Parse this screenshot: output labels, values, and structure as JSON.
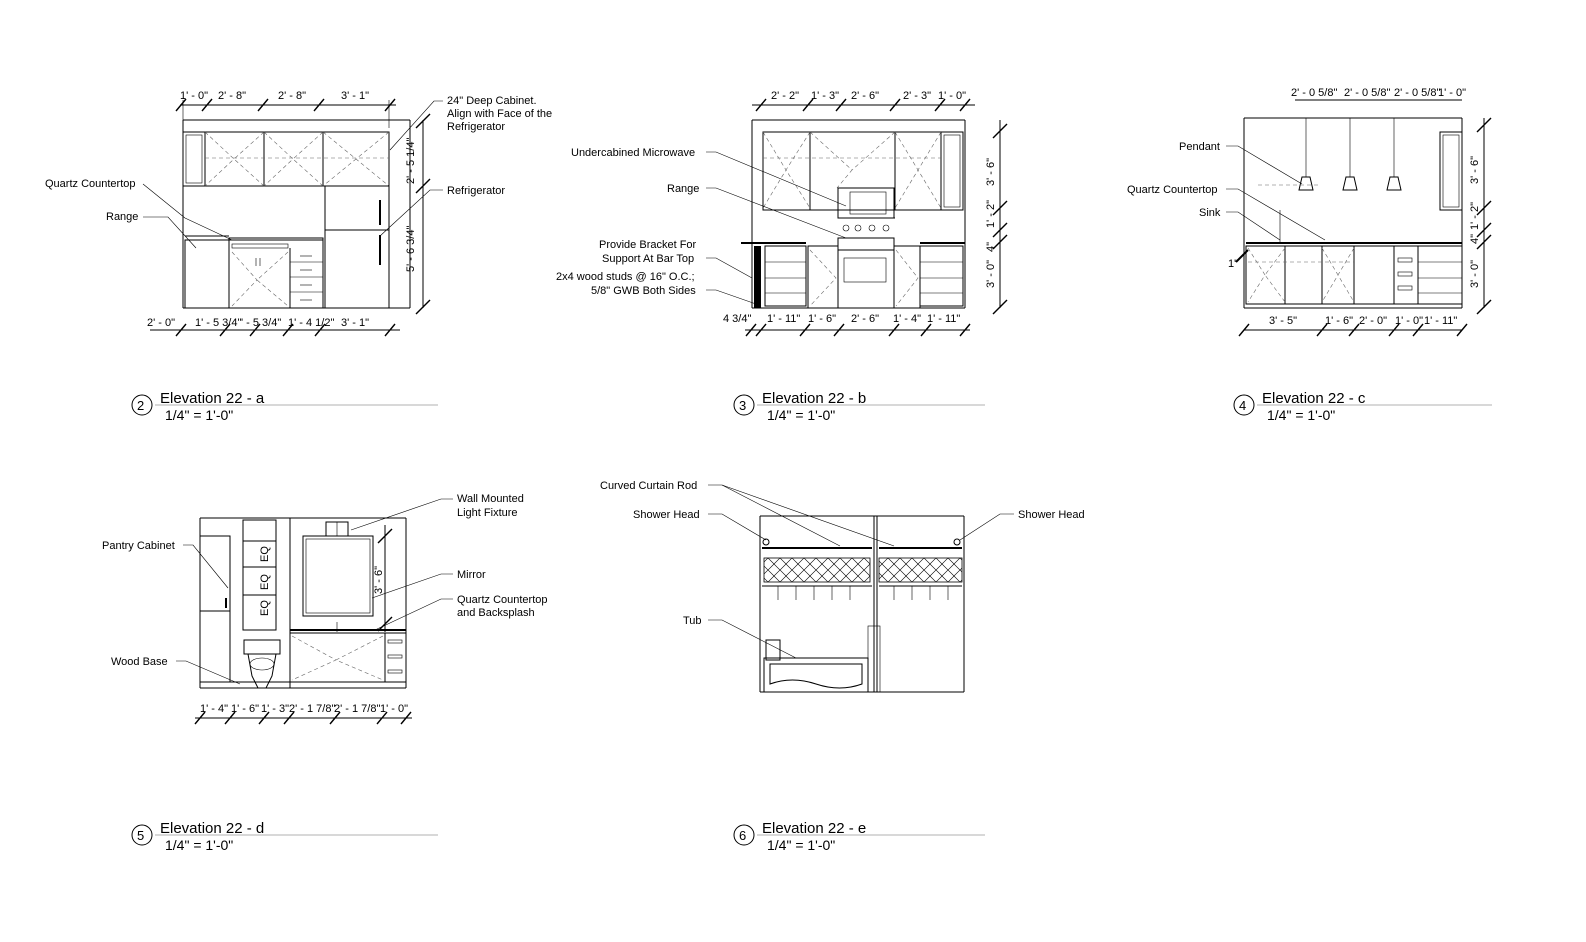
{
  "sheets": [
    {
      "number": "2",
      "title": "Elevation 22 - a",
      "scale": "1/4\" = 1'-0\"",
      "notes": [
        "24\" Deep Cabinet.",
        "Align with Face of the",
        "Refrigerator",
        "Quartz Countertop",
        "Range",
        "Refrigerator"
      ],
      "dims_top": [
        "1' - 0\"",
        "2' - 8\"",
        "2' - 8\"",
        "3' - 1\""
      ],
      "dims_bottom": [
        "2' - 0\"",
        "1' - 5 3/4\"",
        "' - 5 3/4\"",
        "1' - 4 1/2\"",
        "3' - 1\""
      ],
      "dims_side": [
        "2' - 5 1/4\"",
        "5' - 6 3/4\""
      ]
    },
    {
      "number": "3",
      "title": "Elevation 22 - b",
      "scale": "1/4\" = 1'-0\"",
      "notes": [
        "Undercabined Microwave",
        "Range",
        "Provide Bracket For",
        "Support At Bar Top",
        "2x4 wood studs @ 16\" O.C.;",
        "5/8\" GWB Both Sides"
      ],
      "dims_top": [
        "2' - 2\"",
        "1' - 3\"",
        "2' - 6\"",
        "2' - 3\"",
        "1' - 0\""
      ],
      "dims_bottom": [
        "4 3/4\"",
        "1' - 11\"",
        "1' - 6\"",
        "2' - 6\"",
        "1' - 4\"",
        "1' - 11\""
      ],
      "dims_side": [
        "3' - 6\"",
        "1' - 2\"",
        "4\"",
        "3' - 0\""
      ]
    },
    {
      "number": "4",
      "title": "Elevation 22 - c",
      "scale": "1/4\" = 1'-0\"",
      "notes": [
        "Pendant",
        "Quartz Countertop",
        "Sink"
      ],
      "dims_top": [
        "2' - 0 5/8\"",
        "2' - 0 5/8\"",
        "2' - 0 5/8\"",
        "1' - 0\""
      ],
      "dims_bottom": [
        "3' - 5\"",
        "1' - 6\"",
        "2' - 0\"",
        "1' - 0\"",
        "1' - 11\""
      ],
      "dims_side": [
        "3' - 6\"",
        "1' - 2\"",
        "4\"",
        "3' - 0\""
      ],
      "dims_left": "1\""
    },
    {
      "number": "5",
      "title": "Elevation 22 - d",
      "scale": "1/4\" = 1'-0\"",
      "notes": [
        "Pantry Cabinet",
        "Wood Base",
        "Wall Mounted",
        "Light Fixture",
        "Mirror",
        "Quartz Countertop",
        "and Backsplash"
      ],
      "eq_labels": [
        "EQ",
        "EQ",
        "EQ"
      ],
      "dims_bottom": [
        "1' - 4\"",
        "1' - 6\"",
        "1' - 3\"",
        "2' - 1 7/8\"",
        "2' - 1 7/8\"",
        "1' - 0\""
      ],
      "dims_side": [
        "3' - 6\""
      ]
    },
    {
      "number": "6",
      "title": "Elevation 22 - e",
      "scale": "1/4\" = 1'-0\"",
      "notes": [
        "Curved Curtain Rod",
        "Shower Head",
        "Shower Head",
        "Tub"
      ]
    }
  ]
}
